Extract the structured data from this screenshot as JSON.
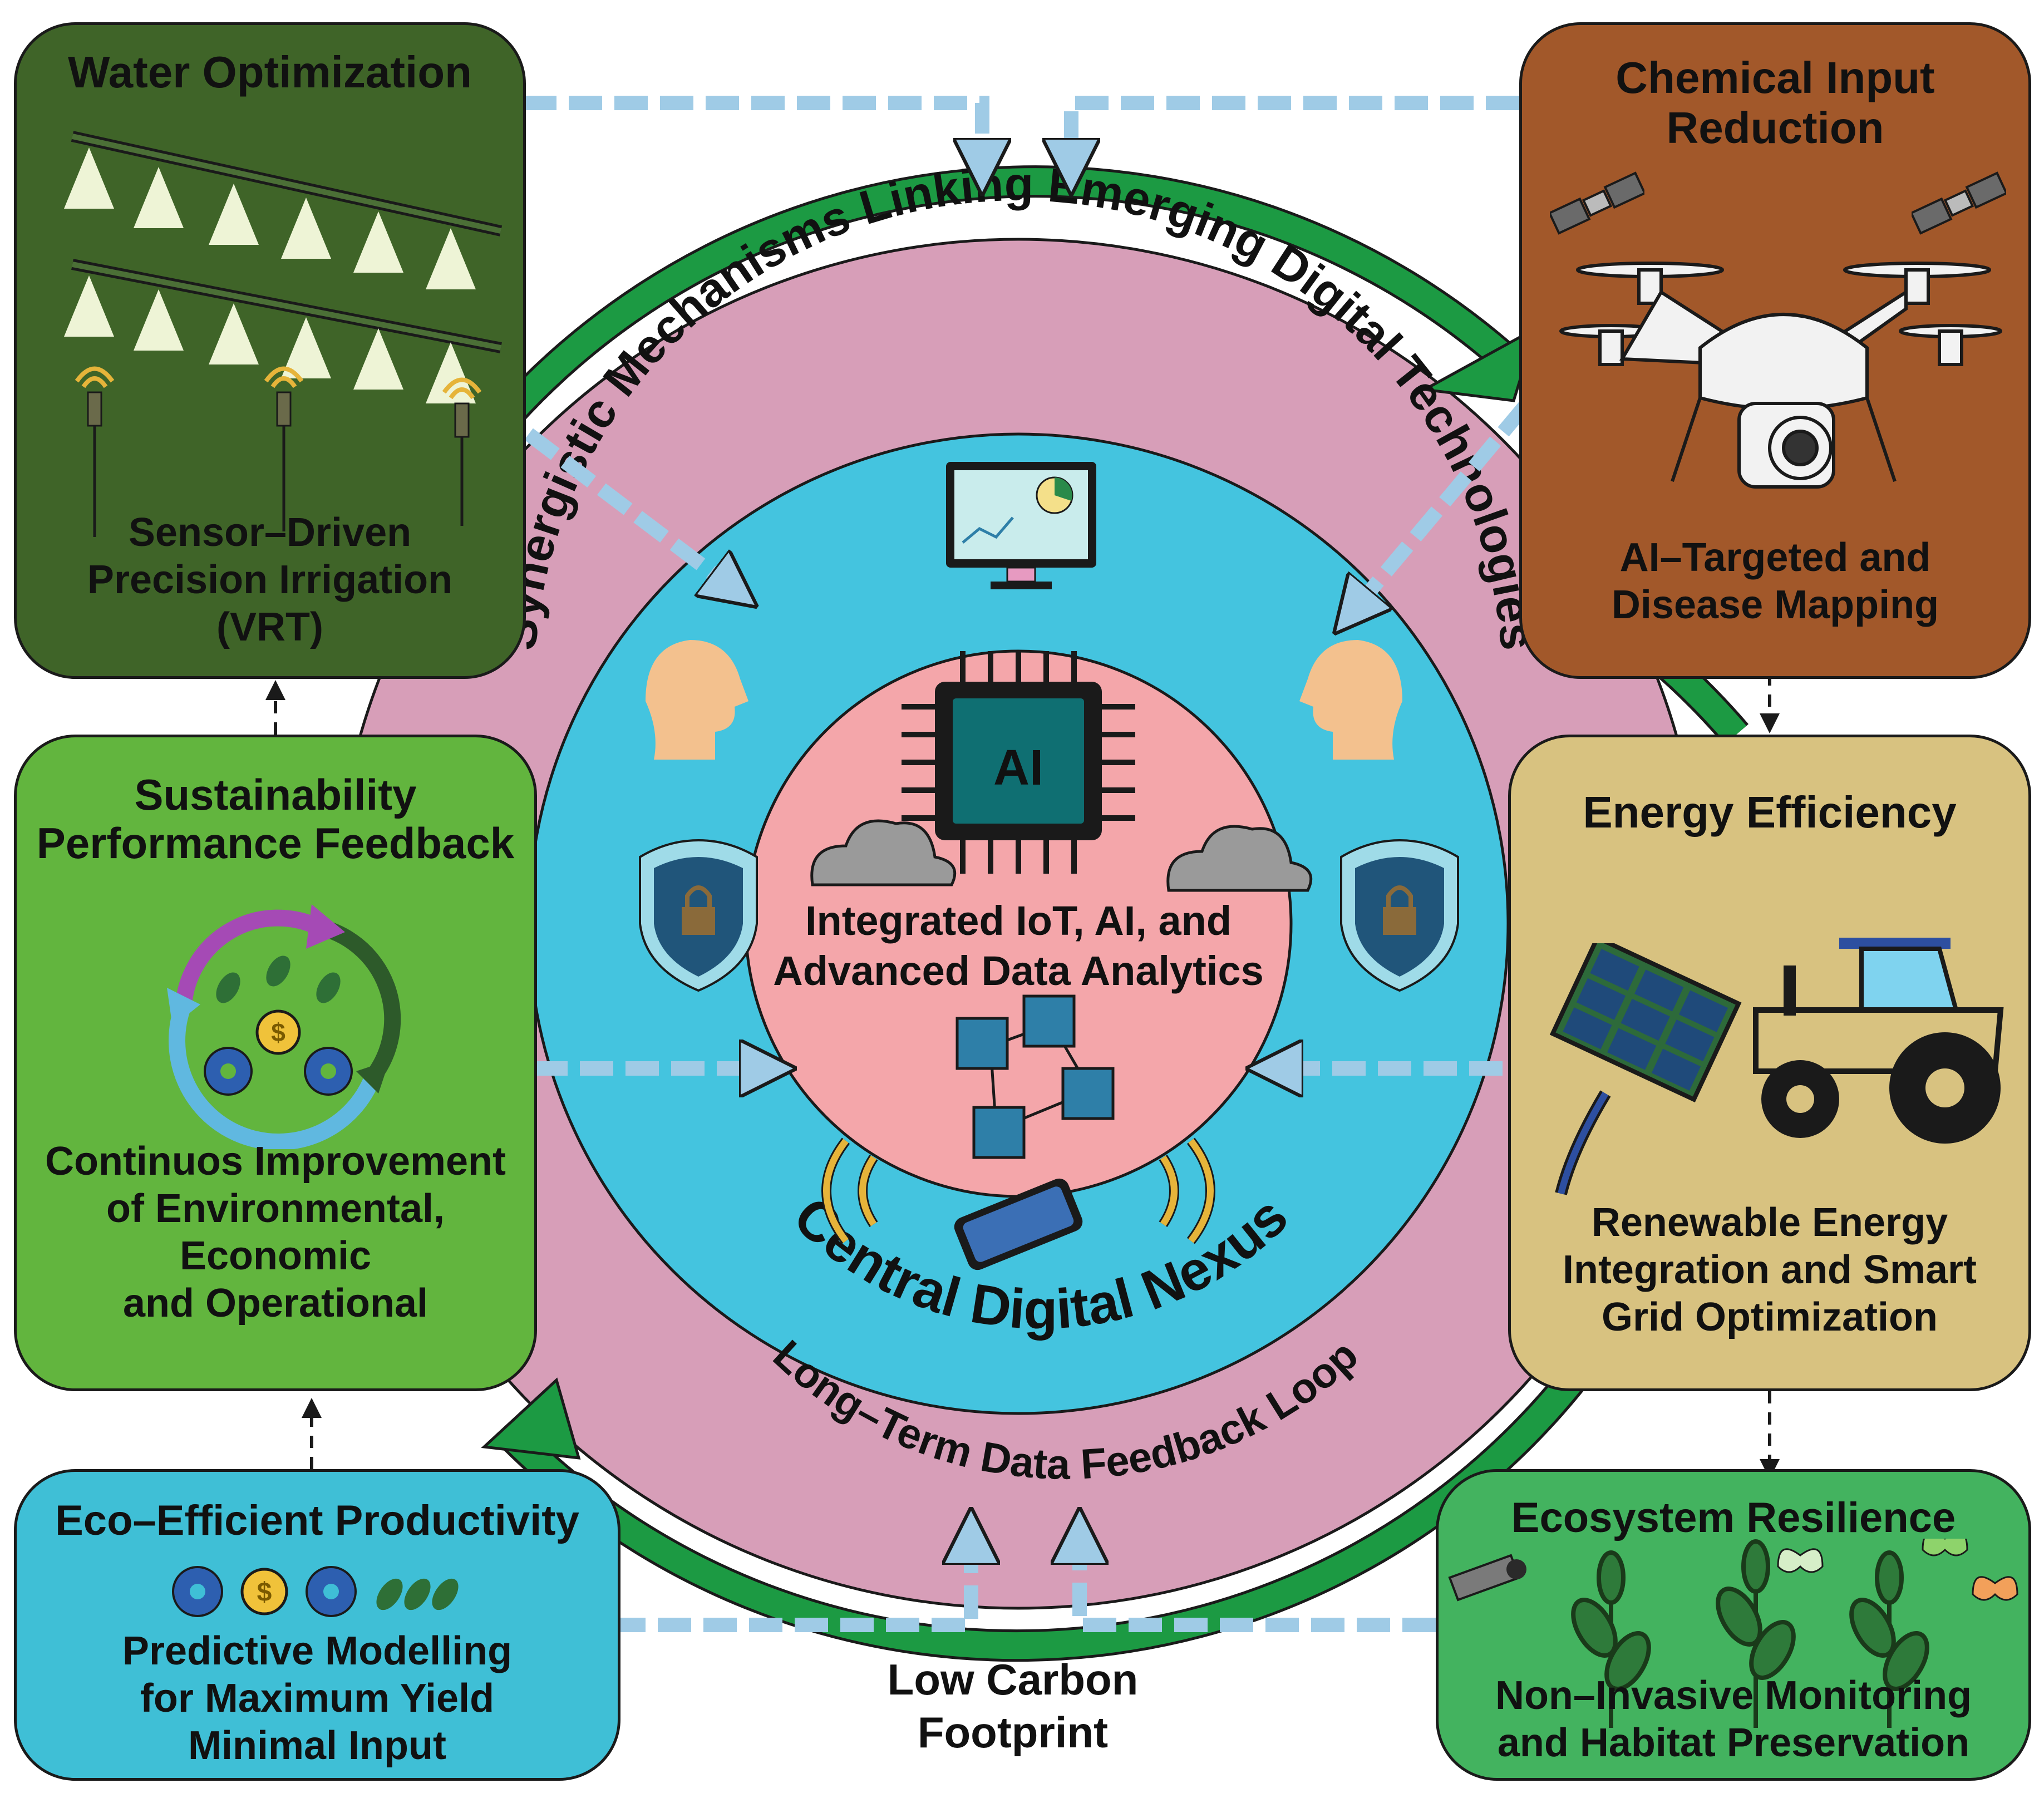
{
  "colors": {
    "water": "#3f6428",
    "chemical": "#a2582a",
    "sustain": "#62b53e",
    "energy": "#d8c280",
    "eco_eff": "#3fbfd6",
    "ecosystem": "#43b35f",
    "outer_ring": "#d79eb8",
    "middle_ring": "#44c4df",
    "core": "#f4a6aa",
    "green_arrow": "#1c9a43",
    "blue_arrow": "#9fcbe6"
  },
  "boxes": {
    "water": {
      "title": "Water Optimization",
      "body": [
        "Sensor–Driven",
        "Precision Irrigation",
        "(VRT)"
      ]
    },
    "chemical": {
      "title": [
        "Chemical Input",
        "Reduction"
      ],
      "body": [
        "AI–Targeted and",
        "Disease Mapping"
      ]
    },
    "sustainability": {
      "title": [
        "Sustainability",
        "Performance Feedback"
      ],
      "body": [
        "Continuos Improvement",
        "of Environmental,",
        "Economic",
        "and Operational"
      ]
    },
    "energy": {
      "title": "Energy Efficiency",
      "body": [
        "Renewable Energy",
        "Integration and Smart",
        "Grid Optimization"
      ]
    },
    "eco_efficient": {
      "title": "Eco–Efficient Productivity",
      "body": [
        "Predictive Modelling",
        "for Maximum Yield",
        "Minimal Input"
      ]
    },
    "ecosystem": {
      "title": "Ecosystem Resilience",
      "body": [
        "Non–Invasive Monitoring",
        "and Habitat Preservation"
      ]
    }
  },
  "rings": {
    "outer_label": "Synergistic Mechanisms Linking Emerging Digital Technologies",
    "bottom_label": "Long–Term Data Feedback Loop",
    "middle_label": "Central Digital Nexus",
    "core_label": [
      "Integrated IoT, AI, and",
      "Advanced Data Analytics"
    ],
    "chip_label": "AI"
  },
  "bottom_center": [
    "Low Carbon",
    "Footprint"
  ],
  "icons": [
    "sprinkler-icon",
    "soil-sensor-icon",
    "satellite-icon",
    "drone-icon",
    "monitor-dashboard-icon",
    "human-head-icon",
    "shield-lock-icon",
    "ai-chip-icon",
    "cloud-icon",
    "blockchain-cubes-icon",
    "smartphone-icon",
    "wifi-signal-icon",
    "recycle-cycle-icon",
    "gear-icon",
    "coin-icon",
    "leaf-icon",
    "solar-panel-icon",
    "tractor-icon",
    "camera-icon",
    "plant-icon",
    "butterfly-icon"
  ]
}
